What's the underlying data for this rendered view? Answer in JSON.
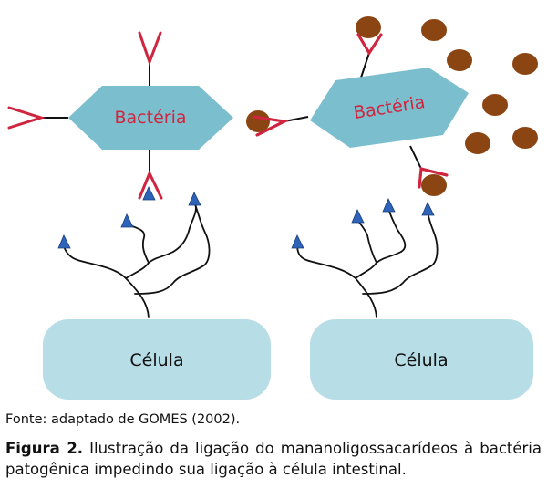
{
  "figure": {
    "left_panel": {
      "bacterium_label": "Bactéria",
      "cell_label": "Célula"
    },
    "right_panel": {
      "bacterium_label": "Bactéria",
      "cell_label": "Célula"
    },
    "colors": {
      "bacterium_fill": "#7bbfcf",
      "cell_fill": "#b7dde6",
      "receptor": "#d0253f",
      "particle": "#8b4513",
      "triangle": "#2d63b8",
      "branch": "#111111"
    }
  },
  "source": "Fonte: adaptado de GOMES (2002).",
  "caption": {
    "label": "Figura 2.",
    "text": " Ilustração da ligação do mananoligossacarídeos à bactéria patogênica impedindo sua ligação à célula intestinal."
  }
}
